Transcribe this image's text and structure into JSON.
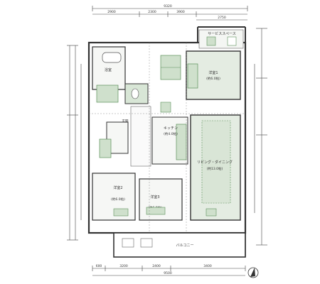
{
  "dimensions": {
    "top_total": "9320",
    "top_segments": [
      "2900",
      "2300",
      "3900"
    ],
    "top_right": "2750",
    "bottom_total": "9500",
    "bottom_segments": [
      "600",
      "3200",
      "2400",
      "3400"
    ]
  },
  "rooms": {
    "service_space": "サービススペース",
    "bedroom1": "洋室1",
    "bedroom1_size": "(約6.0帖)",
    "bath": "浴室",
    "kitchen": "キッチン",
    "kitchen_size": "(約4.0帖)",
    "living": "リビング・ダイニング",
    "living_size": "(約13.0帖)",
    "bedroom2": "洋室2",
    "bedroom2_size": "(約6.0帖)",
    "bedroom3": "洋室3",
    "bedroom3_size": "(約6.0帖)",
    "balcony": "バルコニー",
    "entrance": "玄関"
  },
  "colors": {
    "wall": "#333333",
    "dim": "#444444",
    "room_fill": "#e4ece2",
    "fixture_fill": "#cfe0cc",
    "green": "#5c8f5a"
  },
  "icons": {
    "compass": "north-arrow-icon"
  }
}
